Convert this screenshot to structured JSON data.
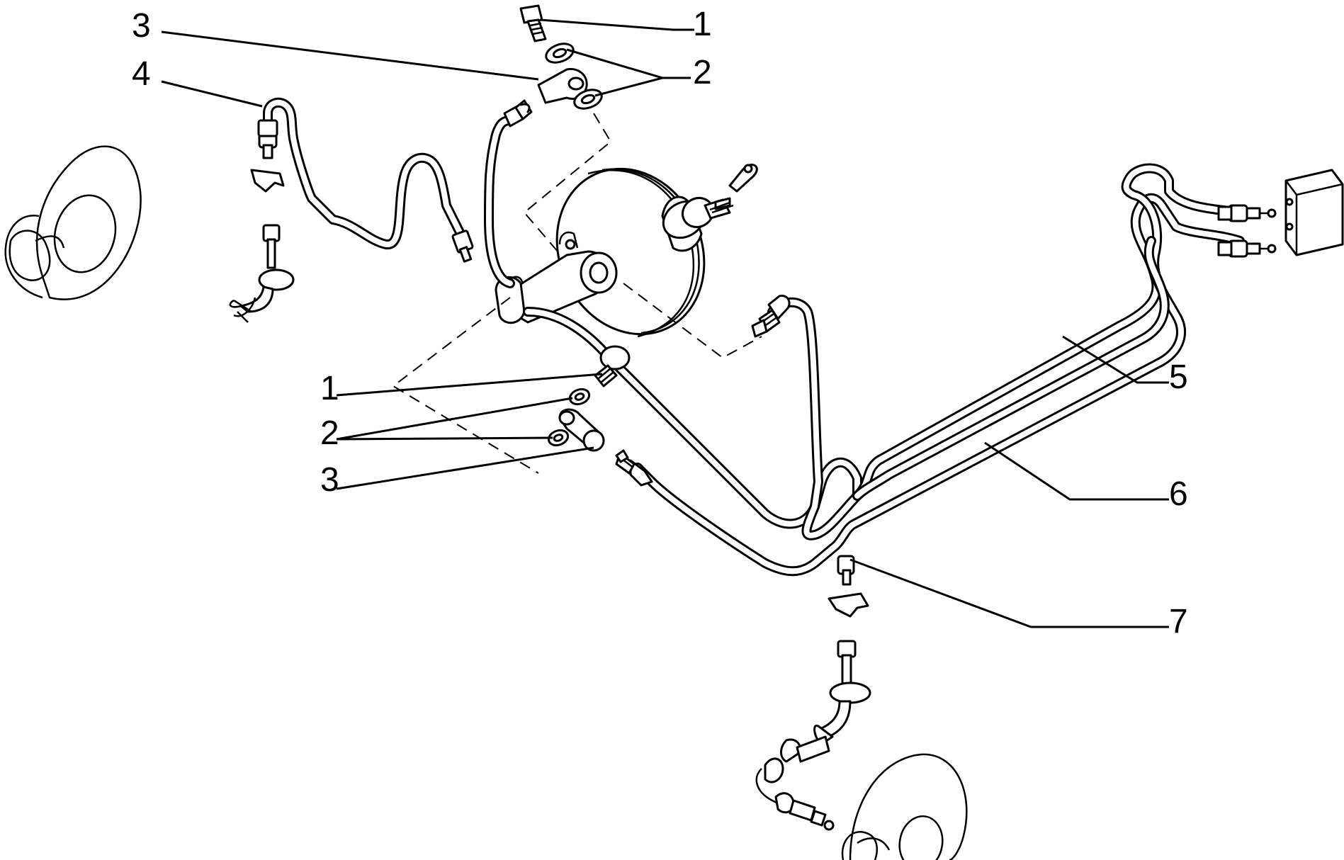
{
  "callouts": [
    {
      "id": "c1-top",
      "label": "1"
    },
    {
      "id": "c2-top",
      "label": "2"
    },
    {
      "id": "c3-top",
      "label": "3"
    },
    {
      "id": "c4",
      "label": "4"
    },
    {
      "id": "c5",
      "label": "5"
    },
    {
      "id": "c6",
      "label": "6"
    },
    {
      "id": "c1-mid",
      "label": "1"
    },
    {
      "id": "c2-mid",
      "label": "2"
    },
    {
      "id": "c3-mid",
      "label": "3"
    },
    {
      "id": "c7",
      "label": "7"
    }
  ]
}
